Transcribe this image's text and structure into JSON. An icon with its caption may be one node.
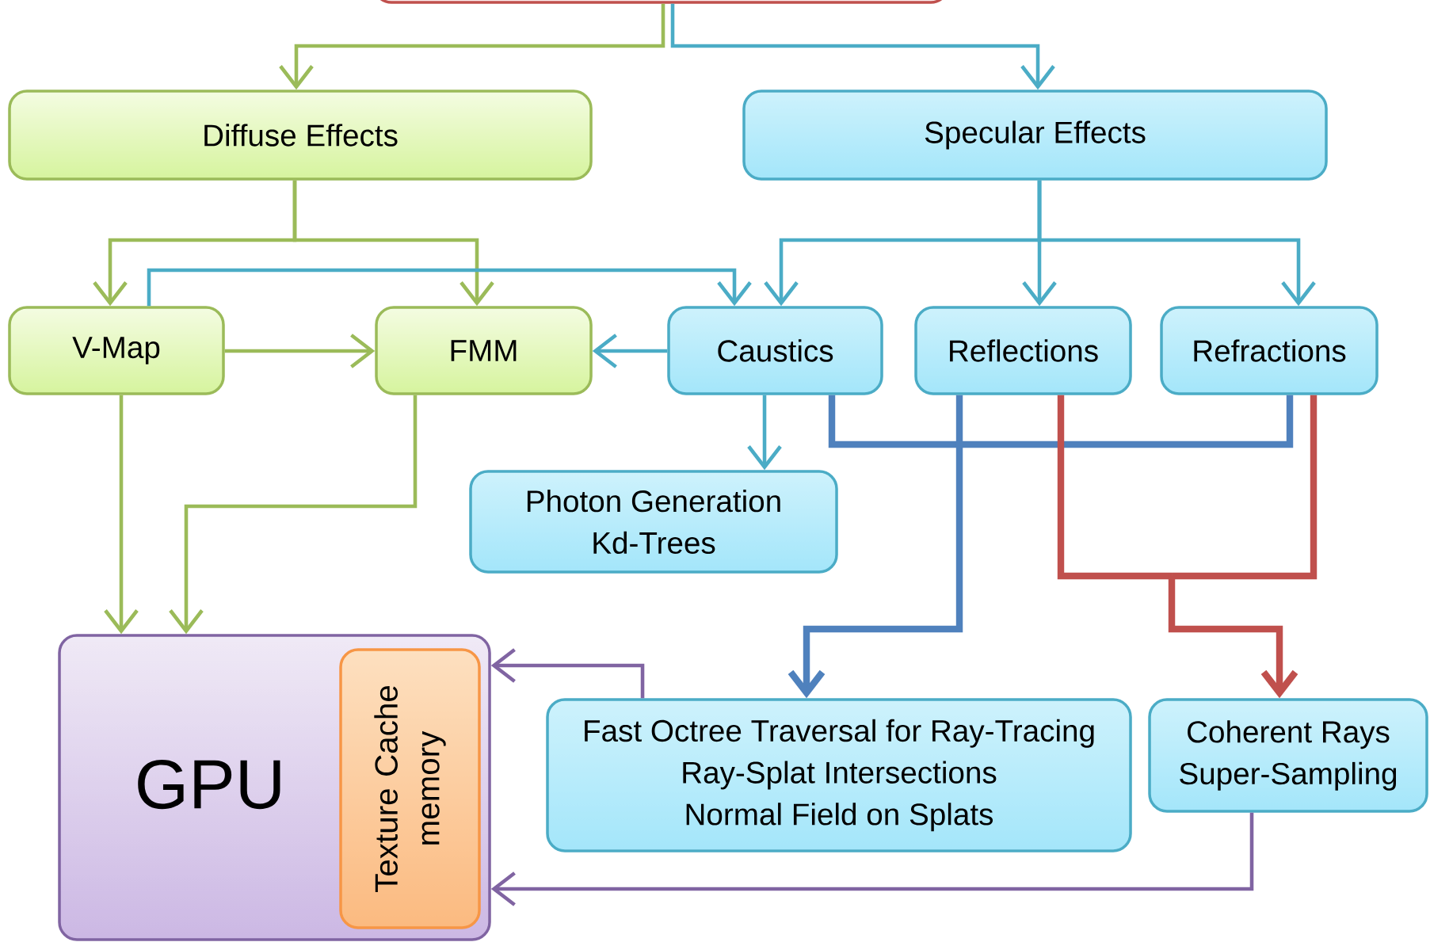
{
  "diagram": {
    "nodes": [
      {
        "text": [],
        "shape": "box"
      },
      {
        "text": [
          "Diffuse Effects"
        ]
      },
      {
        "text": [
          "Specular Effects"
        ]
      },
      {
        "text": [
          "V-Map"
        ]
      },
      {
        "text": [
          "FMM"
        ]
      },
      {
        "text": [
          "Caustics"
        ]
      },
      {
        "text": [
          "Reflections"
        ]
      },
      {
        "text": [
          "Refractions"
        ]
      },
      {
        "text": [
          "Photon Generation",
          "Kd-Trees"
        ]
      },
      {
        "text": [
          "GPU"
        ]
      },
      {
        "text": [
          "Texture Cache memory"
        ],
        "in": 9
      },
      {
        "text": [
          "Fast Octree Traversal for Ray-Tracing",
          "Ray-Splat Intersections",
          "Normal Field on Splats"
        ]
      },
      {
        "text": [
          "Coherent Rays",
          "Super-Sampling"
        ]
      }
    ],
    "edges": [
      {
        "from": 0,
        "to": 1,
        "arrow": "to",
        "color": "#9bbb59"
      },
      {
        "from": 0,
        "to": 2,
        "arrow": "to",
        "color": "#4bacc6"
      },
      {
        "from": 1,
        "to": 3,
        "arrow": "to",
        "color": "#9bbb59"
      },
      {
        "from": 1,
        "to": 4,
        "arrow": "to",
        "color": "#9bbb59"
      },
      {
        "from": 2,
        "to": 5,
        "arrow": "to",
        "color": "#4bacc6"
      },
      {
        "from": 2,
        "to": 6,
        "arrow": "to",
        "color": "#4bacc6"
      },
      {
        "from": 2,
        "to": 7,
        "arrow": "to",
        "color": "#4bacc6"
      },
      {
        "from": 3,
        "to": 5,
        "arrow": "to",
        "color": "#4bacc6"
      },
      {
        "from": 3,
        "to": 4,
        "arrow": "to",
        "color": "#9bbb59"
      },
      {
        "from": 5,
        "to": 4,
        "arrow": "to",
        "color": "#4bacc6"
      },
      {
        "from": 5,
        "to": 8,
        "arrow": "to",
        "color": "#4bacc6"
      },
      {
        "from": 3,
        "to": 9,
        "arrow": "to",
        "color": "#9bbb59"
      },
      {
        "from": 4,
        "to": 9,
        "arrow": "to",
        "color": "#9bbb59"
      },
      {
        "from": 5,
        "to": 11,
        "arrow": "to",
        "style": "thick",
        "color": "#4f81bd"
      },
      {
        "from": 6,
        "to": 11,
        "arrow": "to",
        "style": "thick",
        "color": "#4f81bd"
      },
      {
        "from": 7,
        "to": 11,
        "arrow": "to",
        "style": "thick",
        "color": "#4f81bd"
      },
      {
        "from": 6,
        "to": 12,
        "arrow": "to",
        "style": "thick",
        "color": "#c0504d"
      },
      {
        "from": 7,
        "to": 12,
        "arrow": "to",
        "style": "thick",
        "color": "#c0504d"
      },
      {
        "from": 11,
        "to": 9,
        "arrow": "to",
        "color": "#8064a2"
      },
      {
        "from": 12,
        "to": 9,
        "arrow": "to",
        "color": "#8064a2"
      }
    ]
  }
}
